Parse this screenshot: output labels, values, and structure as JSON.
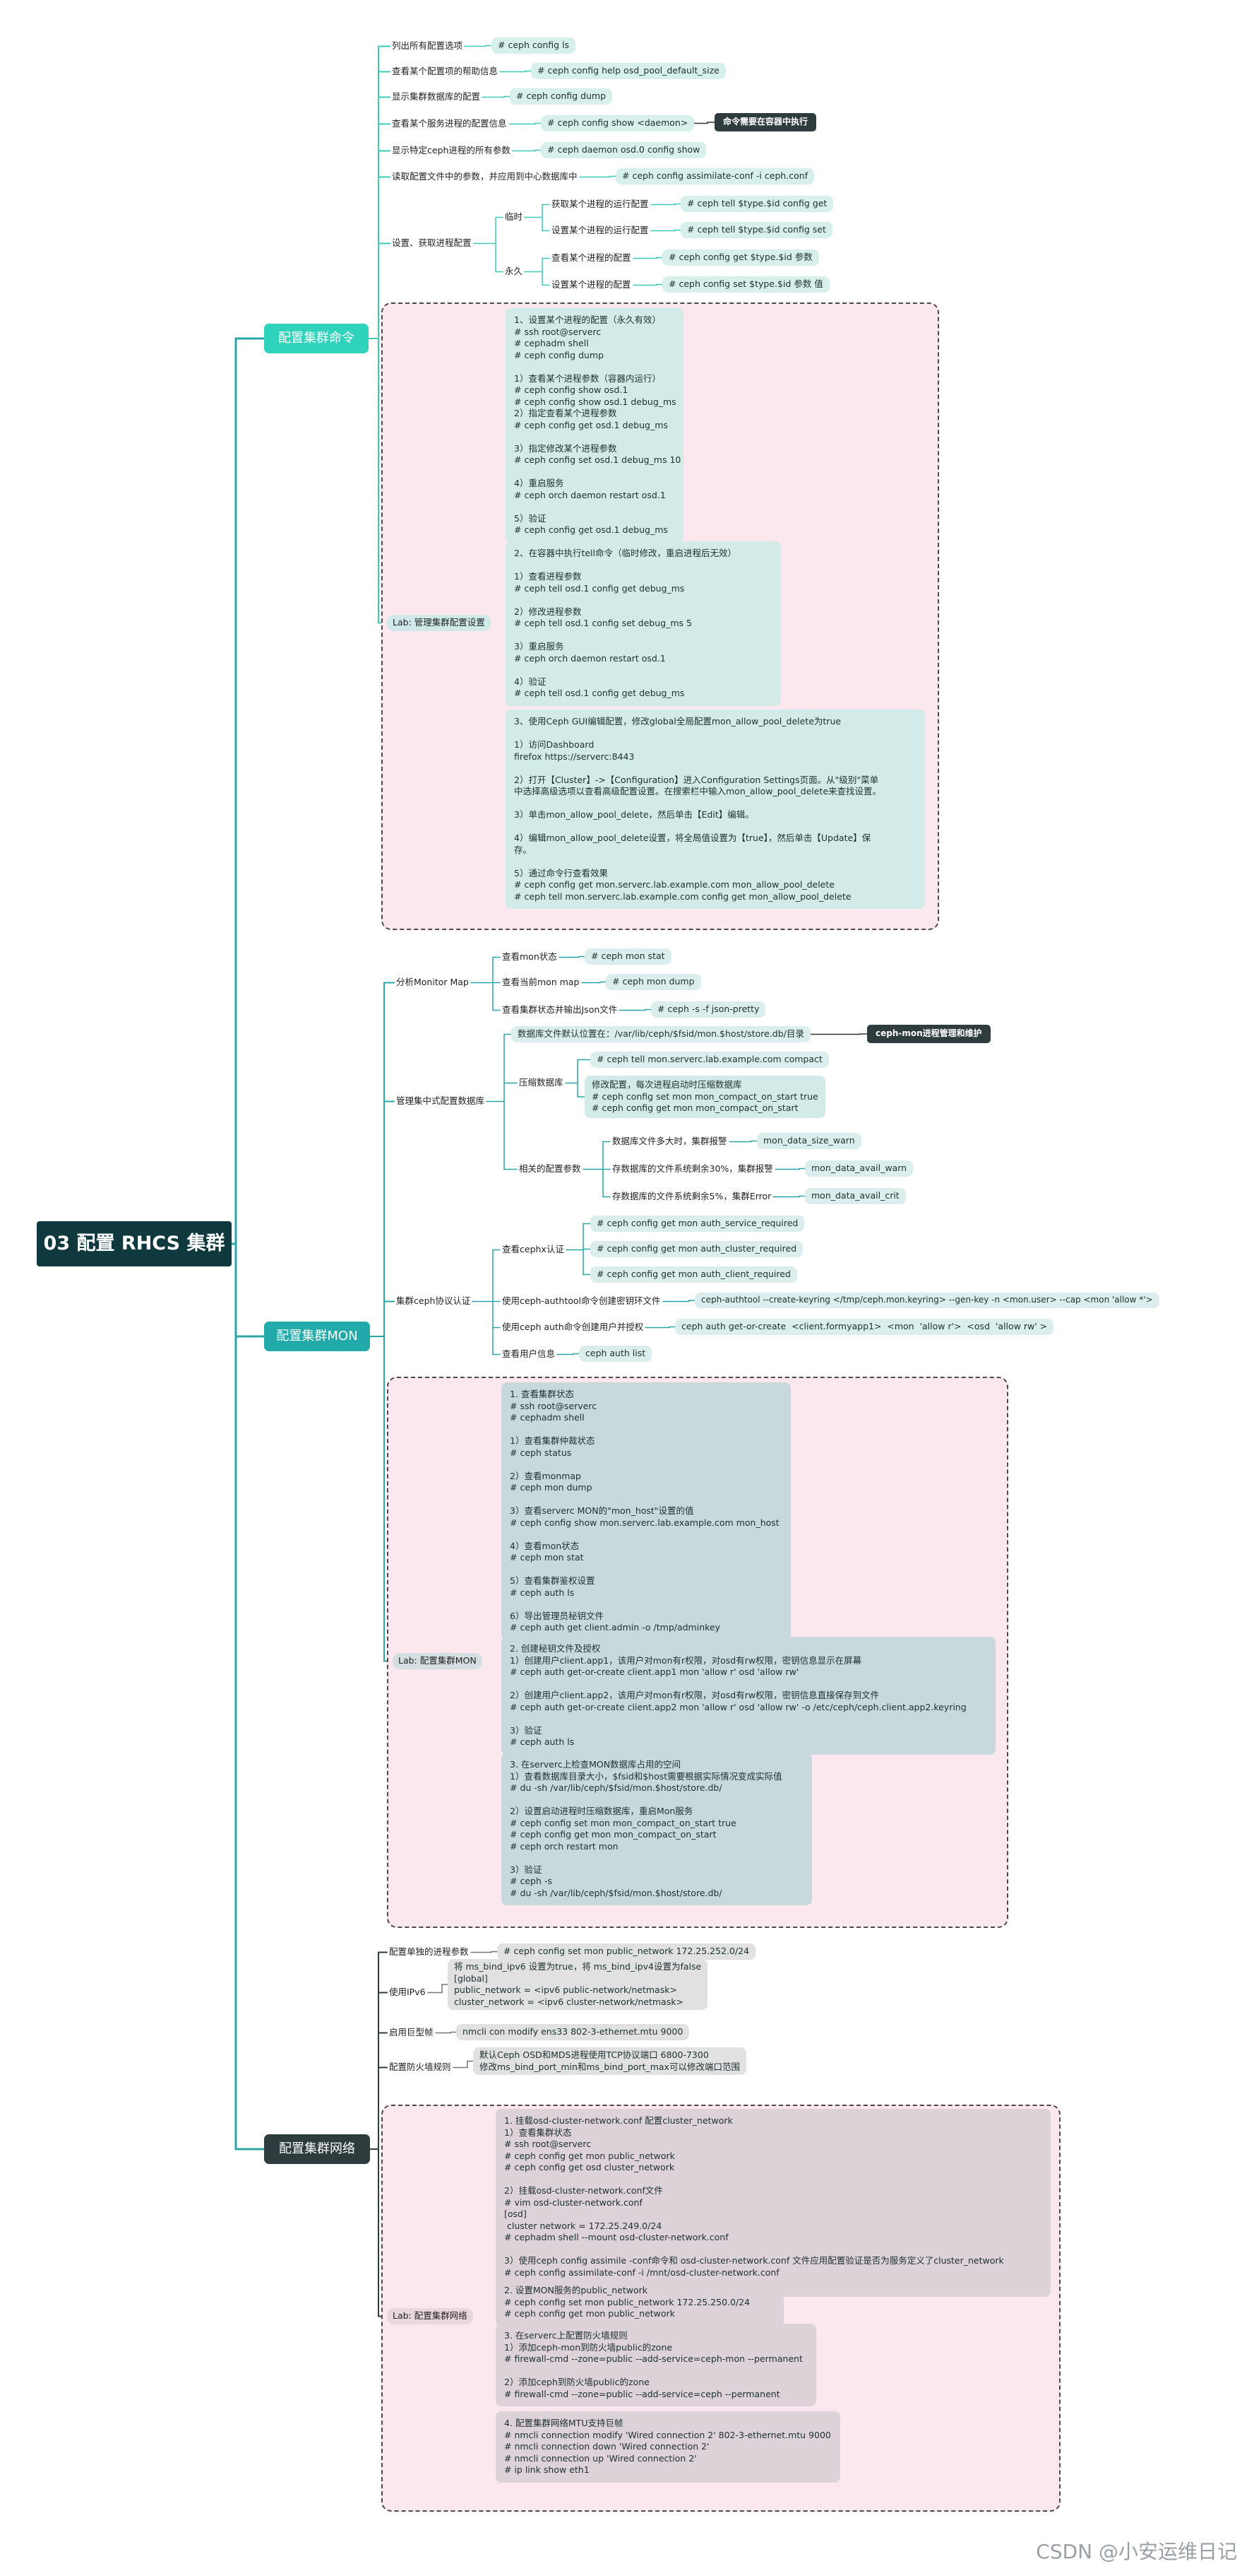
{
  "root": "03 配置 RHCS 集群",
  "branches": {
    "cfg": "配置集群命令",
    "mon": "配置集群MON",
    "net": "配置集群网络"
  },
  "cfg": {
    "items": [
      {
        "label": "列出所有配置选项",
        "cmd": "# ceph config ls"
      },
      {
        "label": "查看某个配置项的帮助信息",
        "cmd": "# ceph config help osd_pool_default_size"
      },
      {
        "label": "显示集群数据库的配置",
        "cmd": "# ceph config dump"
      },
      {
        "label": "查看某个服务进程的配置信息",
        "cmd": "# ceph config show <daemon>",
        "note": "命令需要在容器中执行"
      },
      {
        "label": "显示特定ceph进程的所有参数",
        "cmd": "# ceph daemon osd.0 config show"
      },
      {
        "label": "读取配置文件中的参数，并应用到中心数据库中",
        "cmd": "# ceph config assimilate-conf -i ceph.conf"
      }
    ],
    "setget": {
      "label": "设置、获取进程配置",
      "temp": "临时",
      "perm": "永久",
      "temp_get": "获取某个进程的运行配置",
      "temp_get_cmd": "# ceph tell $type.$id config get",
      "temp_set": "设置某个进程的运行配置",
      "temp_set_cmd": "# ceph tell $type.$id config set",
      "perm_get": "查看某个进程的配置",
      "perm_get_cmd": "# ceph config get $type.$id 参数",
      "perm_set": "设置某个进程的配置",
      "perm_set_cmd": "# ceph config set $type.$id 参数 值"
    },
    "lab": "Lab: 管理集群配置设置",
    "lab_blocks": [
      "1、设置某个进程的配置（永久有效）\n# ssh root@serverc\n# cephadm shell\n# ceph config dump\n\n1）查看某个进程参数（容器内运行）\n# ceph config show osd.1\n# ceph config show osd.1 debug_ms\n2）指定查看某个进程参数\n# ceph config get osd.1 debug_ms\n\n3）指定修改某个进程参数\n# ceph config set osd.1 debug_ms 10\n\n4）重启服务\n# ceph orch daemon restart osd.1\n\n5）验证\n# ceph config get osd.1 debug_ms",
      "2、在容器中执行tell命令（临时修改，重启进程后无效）\n\n1）查看进程参数\n# ceph tell osd.1 config get debug_ms\n\n2）修改进程参数\n# ceph tell osd.1 config set debug_ms 5\n\n3）重启服务\n# ceph orch daemon restart osd.1\n\n4）验证\n# ceph tell osd.1 config get debug_ms",
      "3、使用Ceph GUI编辑配置，修改global全局配置mon_allow_pool_delete为true\n\n1）访问Dashboard\nfirefox https://serverc:8443\n\n2）打开【Cluster】->【Configuration】进入Configuration Settings页面。从\"级别\"菜单\n中选择高级选项以查看高级配置设置。在搜索栏中输入mon_allow_pool_delete来查找设置。\n\n3）单击mon_allow_pool_delete，然后单击【Edit】编辑。\n\n4）编辑mon_allow_pool_delete设置，将全局值设置为【true】，然后单击【Update】保\n存。\n\n5）通过命令行查看效果\n# ceph config get mon.serverc.lab.example.com mon_allow_pool_delete\n# ceph tell mon.serverc.lab.example.com config get mon_allow_pool_delete"
    ]
  },
  "mon": {
    "analyze": {
      "label": "分析Monitor Map",
      "items": [
        {
          "label": "查看mon状态",
          "cmd": "# ceph mon stat"
        },
        {
          "label": "查看当前mon map",
          "cmd": "# ceph mon dump"
        },
        {
          "label": "查看集群状态并输出Json文件",
          "cmd": "# ceph -s -f json-pretty"
        }
      ]
    },
    "db": {
      "label": "管理集中式配置数据库",
      "location": "数据库文件默认位置在：/var/lib/ceph/$fsid/mon.$host/store.db/目录",
      "note": "ceph-mon进程管理和维护",
      "compress": "压缩数据库",
      "compress_cmd": "# ceph tell mon.serverc.lab.example.com compact",
      "compress_block": "修改配置，每次进程启动时压缩数据库\n# ceph config set mon mon_compact_on_start true\n# ceph config get mon mon_compact_on_start",
      "params": "相关的配置参数",
      "param_items": [
        {
          "label": "数据库文件多大时，集群报警",
          "cmd": "mon_data_size_warn"
        },
        {
          "label": "存数据库的文件系统剩余30%，集群报警",
          "cmd": "mon_data_avail_warn"
        },
        {
          "label": "存数据库的文件系统剩余5%，集群Error",
          "cmd": "mon_data_avail_crit"
        }
      ]
    },
    "auth": {
      "label": "集群ceph协议认证",
      "view": "查看cephx认证",
      "view_cmds": [
        "# ceph config get mon auth_service_required",
        "# ceph config get mon auth_cluster_required",
        "# ceph config get mon auth_client_required"
      ],
      "keyring": "使用ceph-authtool命令创建密钥环文件",
      "keyring_cmd": "ceph-authtool --create-keyring </tmp/ceph.mon.keyring> --gen-key -n <mon.user> --cap <mon 'allow *'>",
      "create": "使用ceph auth命令创建用户并授权",
      "create_cmd": "ceph auth get-or-create  <client.formyapp1>  <mon  'allow r'>  <osd  'allow rw' >",
      "list": "查看用户信息",
      "list_cmd": "ceph auth list"
    },
    "lab": "Lab: 配置集群MON",
    "lab_blocks": [
      "1. 查看集群状态\n# ssh root@serverc\n# cephadm shell\n\n1）查看集群仲裁状态\n# ceph status\n\n2）查看monmap\n# ceph mon dump\n\n3）查看serverc MON的\"mon_host\"设置的值\n# ceph config show mon.serverc.lab.example.com mon_host\n\n4）查看mon状态\n# ceph mon stat\n\n5）查看集群鉴权设置\n# ceph auth ls\n\n6）导出管理员秘钥文件\n# ceph auth get client.admin -o /tmp/adminkey",
      "2. 创建秘钥文件及授权\n1）创建用户client.app1，该用户对mon有r权限，对osd有rw权限，密钥信息显示在屏幕\n# ceph auth get-or-create client.app1 mon 'allow r' osd 'allow rw'\n\n2）创建用户client.app2，该用户对mon有r权限，对osd有rw权限，密钥信息直接保存到文件\n# ceph auth get-or-create client.app2 mon 'allow r' osd 'allow rw' -o /etc/ceph/ceph.client.app2.keyring\n\n3）验证\n# ceph auth ls",
      "3. 在serverc上检查MON数据库占用的空间\n1）查看数据库目录大小，$fsid和$host需要根据实际情况变成实际值\n# du -sh /var/lib/ceph/$fsid/mon.$host/store.db/\n\n2）设置启动进程时压缩数据库，重启Mon服务\n# ceph config set mon mon_compact_on_start true\n# ceph config get mon mon_compact_on_start\n# ceph orch restart mon\n\n3）验证\n# ceph -s\n# du -sh /var/lib/ceph/$fsid/mon.$host/store.db/"
    ]
  },
  "net": {
    "items": [
      {
        "label": "配置单独的进程参数",
        "cmd": "# ceph config set mon public_network 172.25.252.0/24"
      },
      {
        "label": "使用IPv6",
        "cmd": "将 ms_bind_ipv6 设置为true，将 ms_bind_ipv4设置为false\n[global]\npublic_network = <ipv6 public-network/netmask>\ncluster_network = <ipv6 cluster-network/netmask>"
      },
      {
        "label": "启用巨型帧",
        "cmd": "nmcli con modify ens33 802-3-ethernet.mtu 9000"
      },
      {
        "label": "配置防火墙规则",
        "cmd": "默认Ceph OSD和MDS进程使用TCP协议端口 6800-7300\n修改ms_bind_port_min和ms_bind_port_max可以修改端口范围"
      }
    ],
    "lab": "Lab: 配置集群网络",
    "lab_blocks": [
      "1. 挂载osd-cluster-network.conf 配置cluster_network\n1）查看集群状态\n# ssh root@serverc\n# ceph config get mon public_network\n# ceph config get osd cluster_network\n\n2）挂载osd-cluster-network.conf文件\n# vim osd-cluster-network.conf\n[osd]\n cluster network = 172.25.249.0/24\n# cephadm shell --mount osd-cluster-network.conf\n\n3）使用ceph config assimile -conf命令和 osd-cluster-network.conf 文件应用配置验证是否为服务定义了cluster_network\n# ceph config assimilate-conf -i /mnt/osd-cluster-network.conf\n# ceph config get osd cluster_network",
      "2. 设置MON服务的public_network\n# ceph config set mon public_network 172.25.250.0/24\n# ceph config get mon public_network",
      "3. 在serverc上配置防火墙规则\n1）添加ceph-mon到防火墙public的zone\n# firewall-cmd --zone=public --add-service=ceph-mon --permanent\n\n2）添加ceph到防火墙public的zone\n# firewall-cmd --zone=public --add-service=ceph --permanent",
      "4. 配置集群网络MTU支持巨帧\n# nmcli connection modify 'Wired connection 2' 802-3-ethernet.mtu 9000\n# nmcli connection down 'Wired connection 2'\n# nmcli connection up 'Wired connection 2'\n# ip link show eth1"
    ]
  },
  "watermark": "CSDN @小安运维日记"
}
